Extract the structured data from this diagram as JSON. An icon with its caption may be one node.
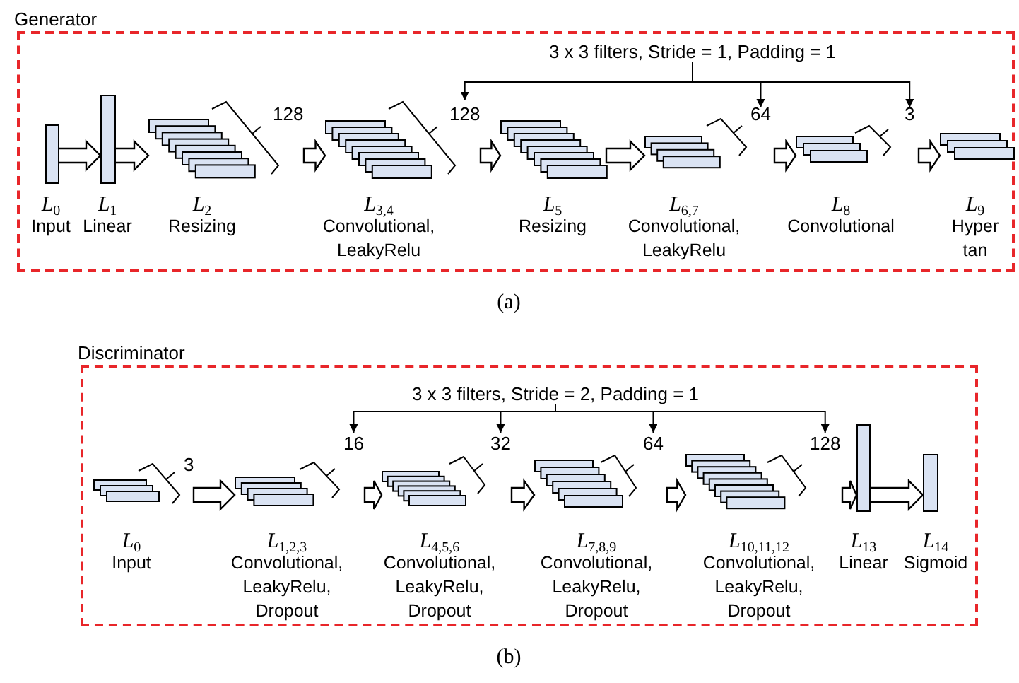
{
  "diagram": {
    "nodes": [
      {
        "text": [
          "Generator"
        ]
      },
      {
        "text": [
          "3 x 3 filters, Stride = 1, Padding = 1"
        ],
        "in": 0
      },
      {
        "text": [
          "*L*$_{0}$",
          "Input"
        ],
        "in": 0
      },
      {
        "text": [
          "*L*$_{1}$",
          "Linear"
        ],
        "in": 0
      },
      {
        "text": [
          "*L*$_{2}$",
          "Resizing"
        ],
        "in": 0,
        "beside": [
          "128"
        ]
      },
      {
        "text": [
          "*L*$_{3,4}$",
          "Convolutional, LeakyRelu"
        ],
        "in": 0,
        "beside": [
          "128"
        ]
      },
      {
        "text": [
          "*L*$_{5}$",
          "Resizing"
        ],
        "in": 0
      },
      {
        "text": [
          "*L*$_{6,7}$",
          "Convolutional, LeakyRelu"
        ],
        "in": 0,
        "beside": [
          "64"
        ]
      },
      {
        "text": [
          "*L*$_{8}$",
          "Convolutional"
        ],
        "in": 0,
        "beside": [
          "3"
        ]
      },
      {
        "text": [
          "*L*$_{9}$",
          "Hyper tan"
        ],
        "in": 0
      },
      {
        "text": [
          "Discriminator"
        ]
      },
      {
        "text": [
          "3 x 3 filters, Stride = 2, Padding = 1"
        ],
        "in": 10
      },
      {
        "text": [
          "*L*$_{0}$",
          "Input"
        ],
        "in": 10,
        "beside": [
          "3"
        ]
      },
      {
        "text": [
          "*L*$_{1,2,3}$",
          "Convolutional, LeakyRelu, Dropout"
        ],
        "in": 10,
        "beside": [
          "16"
        ]
      },
      {
        "text": [
          "*L*$_{4,5,6}$",
          "Convolutional, LeakyRelu, Dropout"
        ],
        "in": 10,
        "beside": [
          "32"
        ]
      },
      {
        "text": [
          "*L*$_{7,8,9}$",
          "Convolutional, LeakyRelu, Dropout"
        ],
        "in": 10,
        "beside": [
          "64"
        ]
      },
      {
        "text": [
          "*L*$_{10,11,12}$",
          "Convolutional, LeakyRelu, Dropout"
        ],
        "in": 10,
        "beside": [
          "128"
        ]
      },
      {
        "text": [
          "*L*$_{13}$",
          "Linear"
        ],
        "in": 10
      },
      {
        "text": [
          "*L*$_{14}$",
          "Sigmoid"
        ],
        "in": 10
      }
    ],
    "edges": [
      {
        "from": 1,
        "to": 5,
        "arrow": "to"
      },
      {
        "from": 1,
        "to": 7,
        "arrow": "to"
      },
      {
        "from": 1,
        "to": 8,
        "arrow": "to"
      },
      {
        "from": 2,
        "to": 3,
        "arrow": "to",
        "style": "thick"
      },
      {
        "from": 3,
        "to": 4,
        "arrow": "to",
        "style": "thick"
      },
      {
        "from": 4,
        "to": 5,
        "arrow": "to",
        "style": "thick"
      },
      {
        "from": 5,
        "to": 6,
        "arrow": "to",
        "style": "thick"
      },
      {
        "from": 6,
        "to": 7,
        "arrow": "to",
        "style": "thick"
      },
      {
        "from": 7,
        "to": 8,
        "arrow": "to",
        "style": "thick"
      },
      {
        "from": 8,
        "to": 9,
        "arrow": "to",
        "style": "thick"
      },
      {
        "from": 11,
        "to": 13,
        "arrow": "to"
      },
      {
        "from": 11,
        "to": 14,
        "arrow": "to"
      },
      {
        "from": 11,
        "to": 15,
        "arrow": "to"
      },
      {
        "from": 11,
        "to": 16,
        "arrow": "to"
      },
      {
        "from": 12,
        "to": 13,
        "arrow": "to",
        "style": "thick"
      },
      {
        "from": 13,
        "to": 14,
        "arrow": "to",
        "style": "thick"
      },
      {
        "from": 14,
        "to": 15,
        "arrow": "to",
        "style": "thick"
      },
      {
        "from": 15,
        "to": 16,
        "arrow": "to",
        "style": "thick"
      },
      {
        "from": 16,
        "to": 17,
        "arrow": "to",
        "style": "thick"
      },
      {
        "from": 17,
        "to": 18,
        "arrow": "to",
        "style": "thick"
      }
    ],
    "labels": [
      "(a)",
      "(b)"
    ]
  }
}
